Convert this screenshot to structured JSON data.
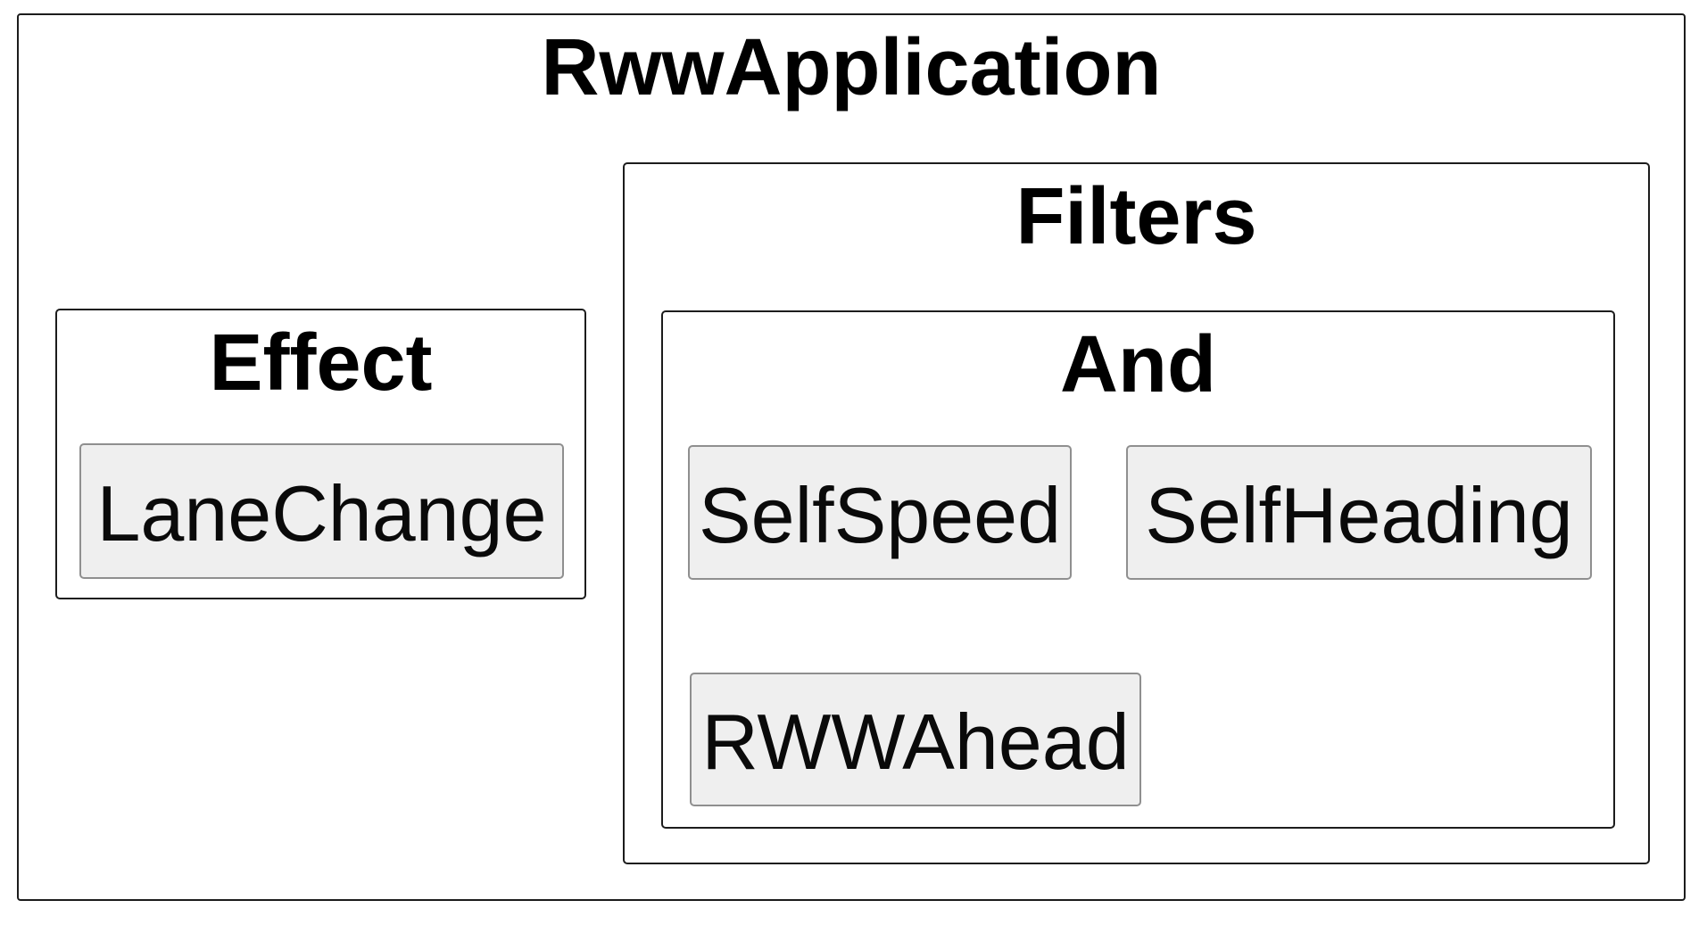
{
  "diagram": {
    "title": "RwwApplication",
    "effect_group": {
      "label": "Effect",
      "items": [
        {
          "label": "LaneChange"
        }
      ]
    },
    "filters_group": {
      "label": "Filters",
      "and_group": {
        "label": "And",
        "items": [
          {
            "label": "SelfSpeed"
          },
          {
            "label": "SelfHeading"
          },
          {
            "label": "RWWAhead"
          }
        ]
      }
    },
    "colors": {
      "background": "#ffffff",
      "group_fill": "#ffffff",
      "group_border": "#1c1c1c",
      "node_fill": "#efefef",
      "node_border": "#8f8f8f",
      "text": "#000000"
    }
  }
}
